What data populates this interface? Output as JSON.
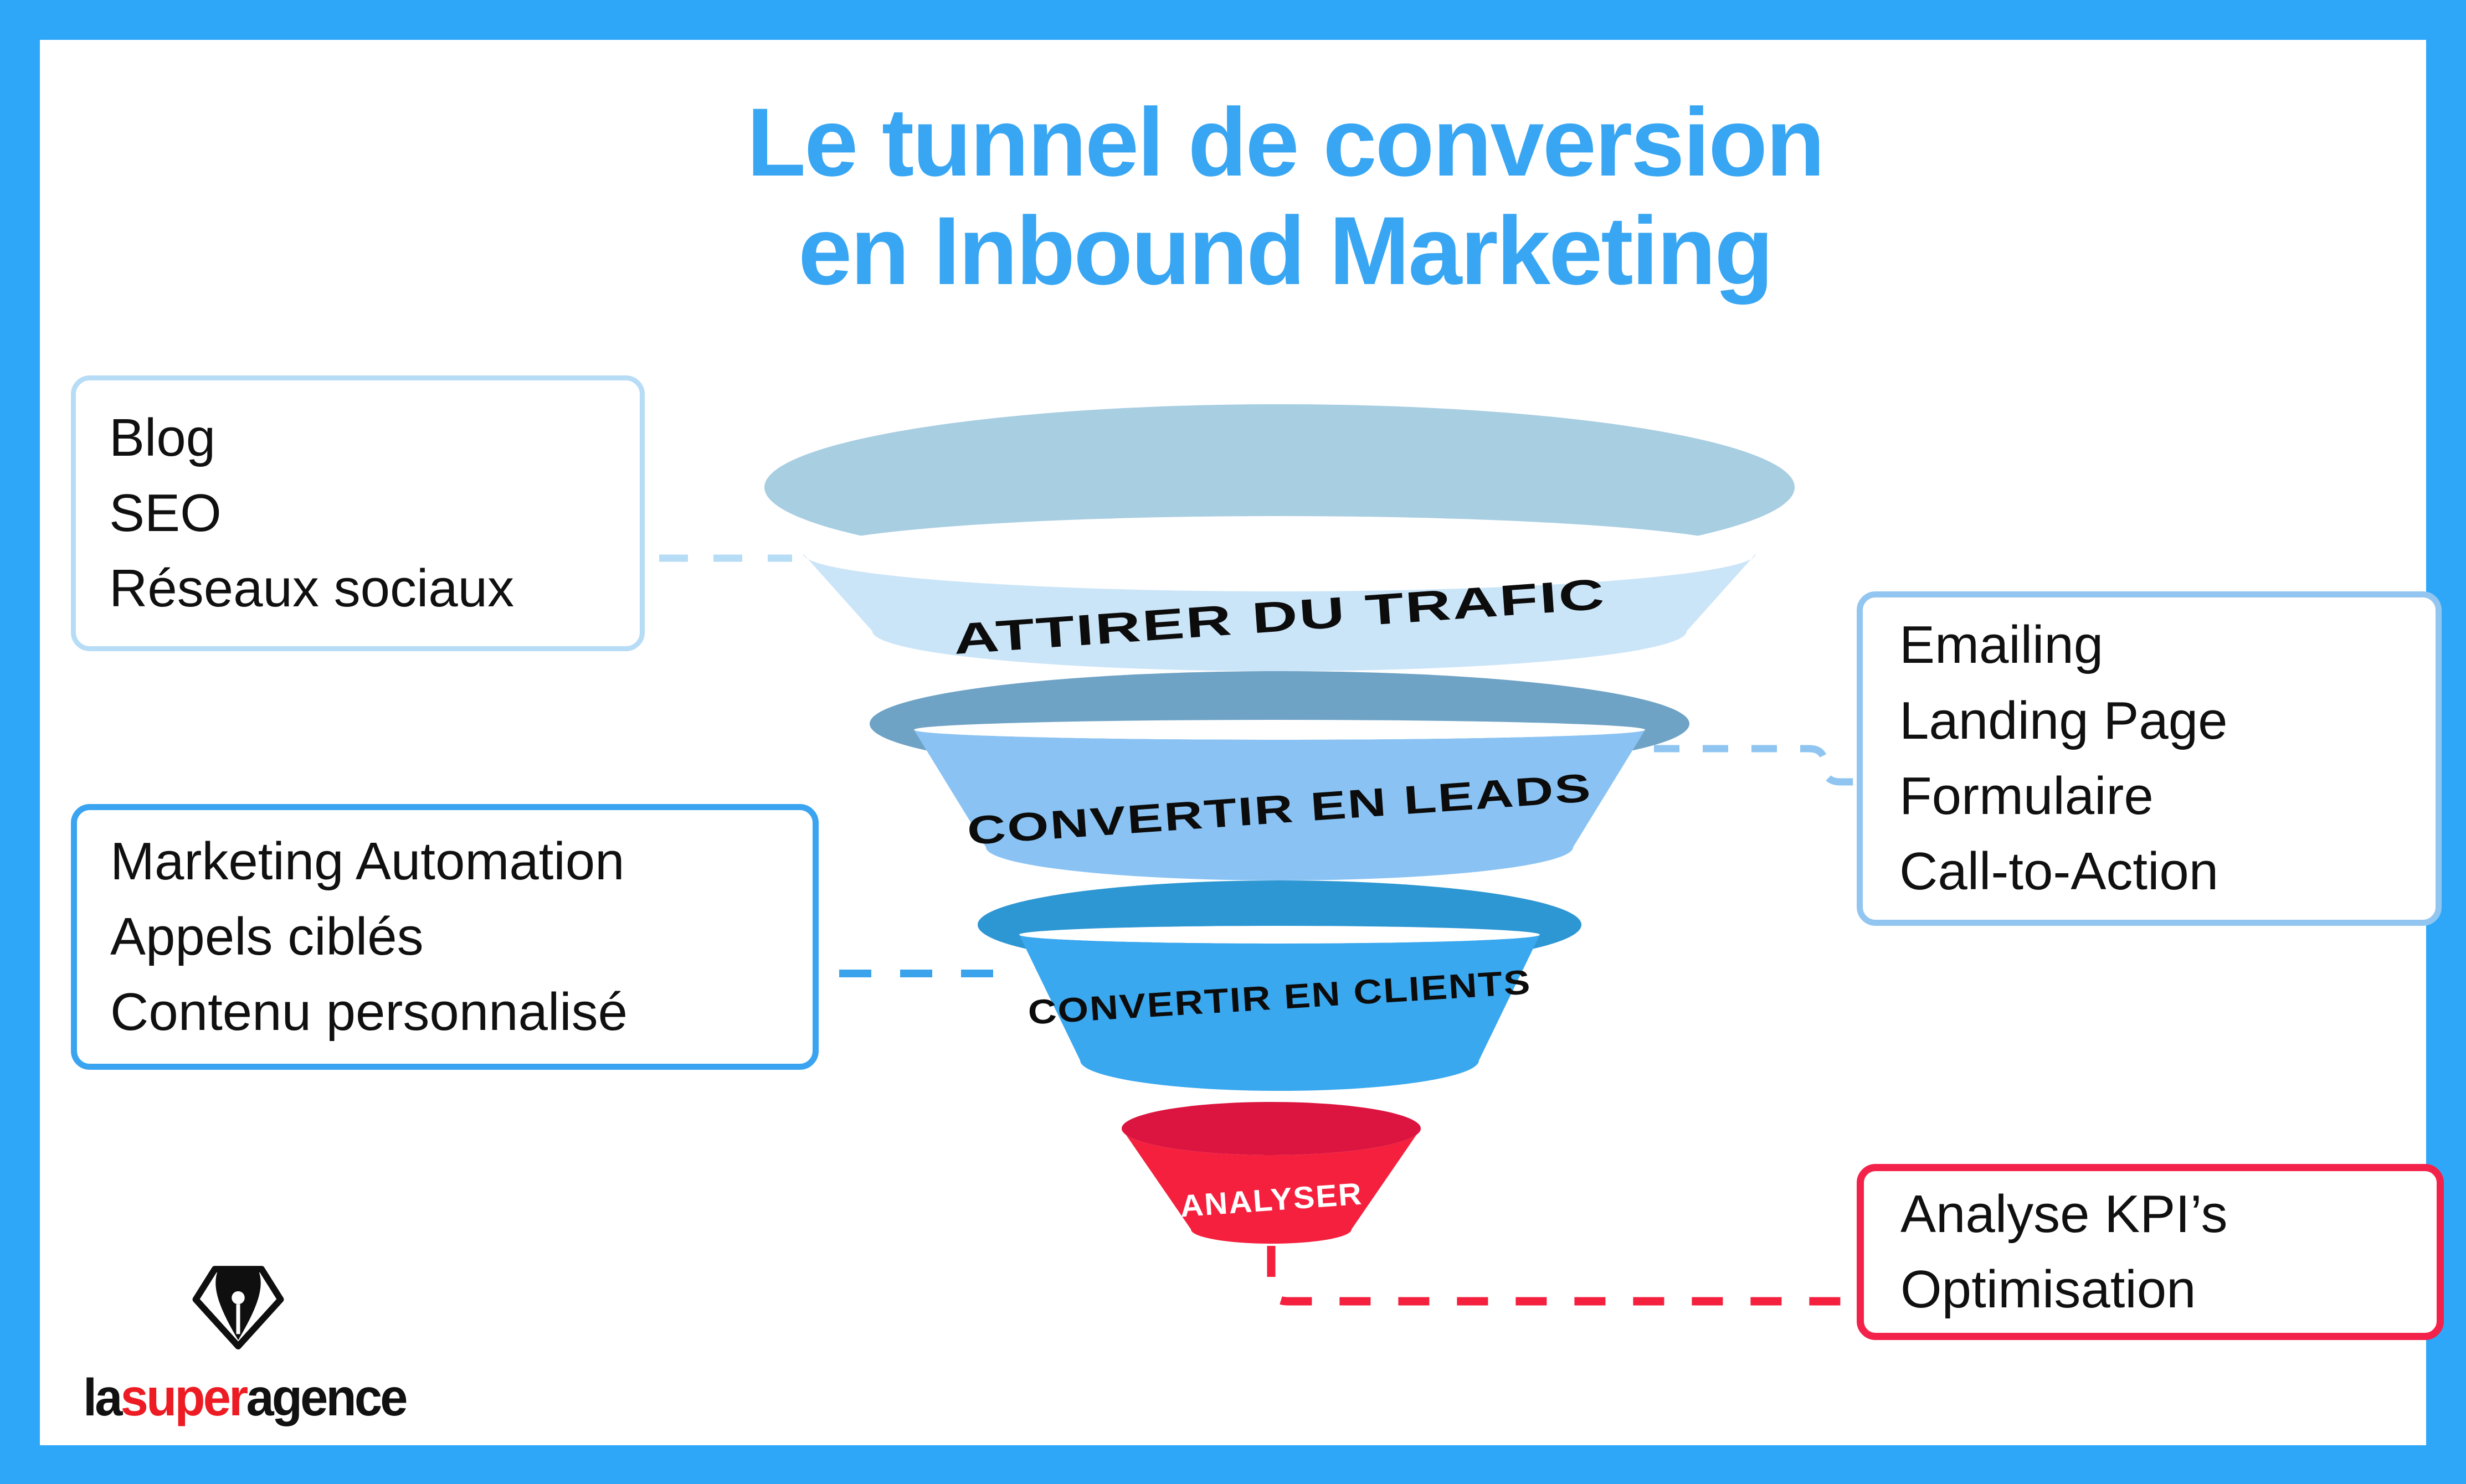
{
  "frame": {
    "border_color": "#2FA7F8"
  },
  "title": {
    "line1": "Le tunnel de conversion",
    "line2": "en Inbound Marketing",
    "color": "#38A6F3"
  },
  "funnel": {
    "levels": [
      {
        "label": "ATTIRER DU TRAFIC",
        "top_color": "#A8CEE2",
        "front_color": "#CBE5F8",
        "label_color": "#0C0C0C"
      },
      {
        "label": "CONVERTIR EN LEADS",
        "top_color": "#6FA3C6",
        "front_color": "#8AC3F3",
        "label_color": "#0C0C0C"
      },
      {
        "label": "CONVERTIR EN CLIENTS",
        "top_color": "#2D97D3",
        "front_color": "#3AA8EF",
        "label_color": "#0C0C0C"
      },
      {
        "label": "ANALYSER",
        "top_color": "#DB1540",
        "front_color": "#F5203E",
        "label_color": "#FFFFFF"
      }
    ]
  },
  "callouts": {
    "traffic": {
      "lines": [
        "Blog",
        "SEO",
        "Réseaux sociaux"
      ],
      "border_color": "#B7DCF6",
      "connector_color": "#B7DCF6"
    },
    "leads": {
      "lines": [
        "Emailing",
        "Landing Page",
        "Formulaire",
        "Call-to-Action"
      ],
      "border_color": "#92C6F0",
      "connector_color": "#8FC5F0"
    },
    "clients": {
      "lines": [
        "Marketing Automation",
        "Appels ciblés",
        "Contenu personnalisé"
      ],
      "border_color": "#3BA4F0",
      "connector_color": "#3AA3EB"
    },
    "analyse": {
      "lines": [
        "Analyse KPI’s",
        "Optimisation"
      ],
      "border_color": "#F3224A",
      "connector_color": "#F4203E"
    }
  },
  "logo": {
    "part1": "la",
    "part2": "super",
    "part3": "agence",
    "accent_color": "#ED1C24",
    "text_color": "#111111",
    "icon": "pen-nib-diamond-icon"
  }
}
